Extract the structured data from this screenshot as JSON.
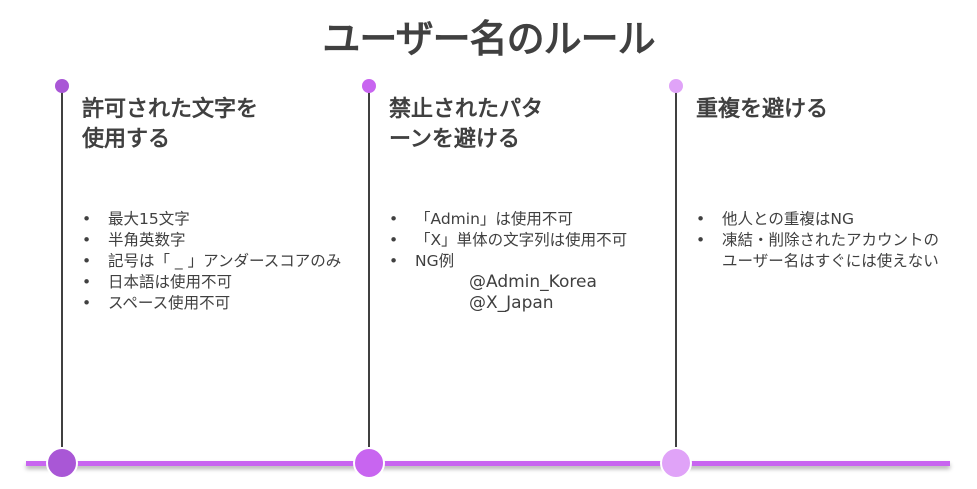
{
  "title": "ユーザー名のルール",
  "colors": {
    "node1": "#a957d6",
    "node2": "#c865f0",
    "node3": "#e0a3f8",
    "line": "#c865f0"
  },
  "columns": [
    {
      "heading_lines": [
        "許可された文字を",
        "使用する"
      ],
      "bullets": [
        "最大15文字",
        "半角英数字",
        "記号は「 _ 」アンダースコアのみ",
        "日本語は使用不可",
        "スペース使用不可"
      ],
      "sub": []
    },
    {
      "heading_lines": [
        "禁止されたパタ",
        "ーンを避ける"
      ],
      "bullets": [
        "「Admin」は使用不可",
        "「X」単体の文字列は使用不可",
        "NG例"
      ],
      "sub": [
        "@Admin_Korea",
        "@X_Japan"
      ]
    },
    {
      "heading_lines": [
        "重複を避ける"
      ],
      "bullets": [
        "他人との重複はNG",
        "凍結・削除されたアカウントの"
      ],
      "continuation": "ユーザー名はすぐには使えない",
      "sub": []
    }
  ]
}
